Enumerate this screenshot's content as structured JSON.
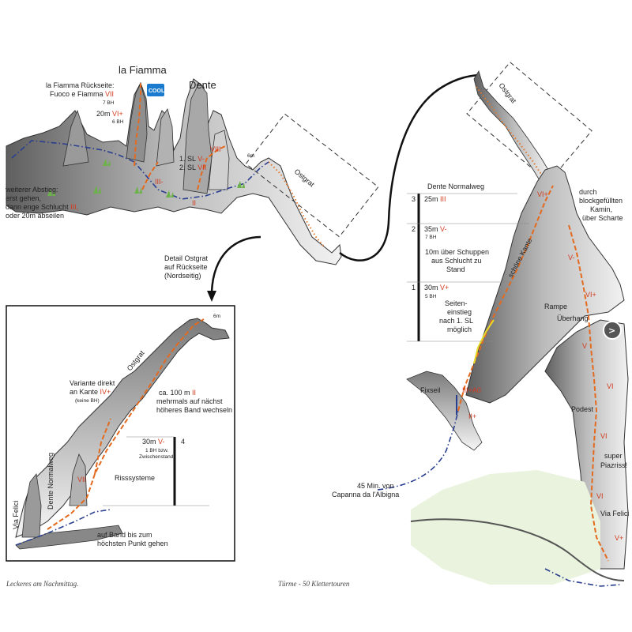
{
  "colors": {
    "route": "#e36a1f",
    "route_dots": "#e3782e",
    "approach": "#2b3f8f",
    "variant_yellow": "#e7dc2a",
    "grade_red": "#d23a1e",
    "cool_badge": "#1b7ccf",
    "rock_dark": "#6f6f6f",
    "rock_light": "#e4e4e4"
  },
  "left_topo": {
    "peak_fiamma": "la Fiamma",
    "peak_dente": "Dente",
    "fiamma_route_line1": "la Fiamma Rückseite:",
    "fiamma_route_line2_text": "Fuoco e Fiamma",
    "fiamma_route_line2_grade": "VII",
    "fiamma_bh": "7 BH",
    "cool_badge": "COOL",
    "pitch_20m_len": "20m",
    "pitch_20m_grade": "VI+",
    "pitch_20m_bh": "6 BH",
    "grade_VIII": "VIII",
    "sl1_text": "1. SL",
    "sl1_grade": "V-",
    "sl2_text": "2. SL",
    "sl2_grade": "VII",
    "grade_III_minus": "III-",
    "grade_II": "II",
    "label_6m": "6m",
    "ostgrat": "Ostgrat",
    "abstieg_1": "weiterer Abstieg:",
    "abstieg_2": "erst gehen,",
    "abstieg_3_text": "dann enge Schlucht",
    "abstieg_3_grade": "III,",
    "abstieg_4": "oder 20m abseilen",
    "detail_1": "Detail Ostgrat",
    "detail_2": "auf Rückseite",
    "detail_3": "(Nordseitig)"
  },
  "inset": {
    "ostgrat": "Ostgrat",
    "label_6m": "6m",
    "variante_1": "Variante direkt",
    "variante_2_text": "an Kante",
    "variante_2_grade": "IV+",
    "variante_3": "(keine BH)",
    "ca_1_text": "ca. 100 m",
    "ca_1_grade": "II",
    "ca_2": "mehrmals auf nächst",
    "ca_3": "höheres Band wechseln",
    "pitch_len": "30m",
    "pitch_grade": "V-",
    "pitch_info_1": "1 BH bzw.",
    "pitch_info_2": "Zwischenstand",
    "pitch_num": "4",
    "risssysteme": "Risssysteme",
    "grade_VII": "VII",
    "dente_normalweg": "Dente Normalweg",
    "via_felici": "Via Felici",
    "band_1": "auf Band bis zum",
    "band_2": "höchsten Punkt gehen"
  },
  "right_topo": {
    "ostgrat": "Ostgrat",
    "table_title": "Dente Normalweg",
    "pitches": [
      {
        "num": "3",
        "len": "25m",
        "grade": "III",
        "bh": ""
      },
      {
        "num": "2",
        "len": "35m",
        "grade": "V-",
        "bh": "7 BH"
      },
      {
        "num": "1",
        "len": "30m",
        "grade": "V+",
        "bh": "5 BH"
      }
    ],
    "schuppen_1": "10m über Schuppen",
    "schuppen_2": "aus Schlucht zu",
    "schuppen_3": "Stand",
    "seiten_1": "Seiten-",
    "seiten_2": "einstieg",
    "seiten_3": "nach 1. SL",
    "seiten_4": "möglich",
    "kamin_1": "durch",
    "kamin_2": "blockgefüllten",
    "kamin_3": "Kamin,",
    "kamin_4": "über Scharte",
    "schoene_kante": "schöne Kante",
    "grade_VI_plus_top": "VI+",
    "grade_V_minus": "V-",
    "rampe": "Rampe",
    "ueberhang": "Überhang",
    "grade_VI_plus_mid": "VI+",
    "grade_V": "V",
    "grade_VI_1": "VI",
    "podest": "Podest",
    "grade_VI_2": "VI",
    "super_1": "super",
    "super_2": "Piazriss!",
    "grade_VI_3": "VI",
    "via_felici": "Via Felici",
    "grade_V_plus": "V+",
    "fixseil": "Fixseil",
    "grade_III_A0": "III+A0",
    "grade_II_plus": "II+",
    "approach_1": "45 Min. von",
    "approach_2": "Capanna da l'Albigna",
    "arrow_icon": ">"
  },
  "captions": {
    "left": "Leckeres am Nachmittag.",
    "right": "Türme - 50 Klettertouren"
  }
}
